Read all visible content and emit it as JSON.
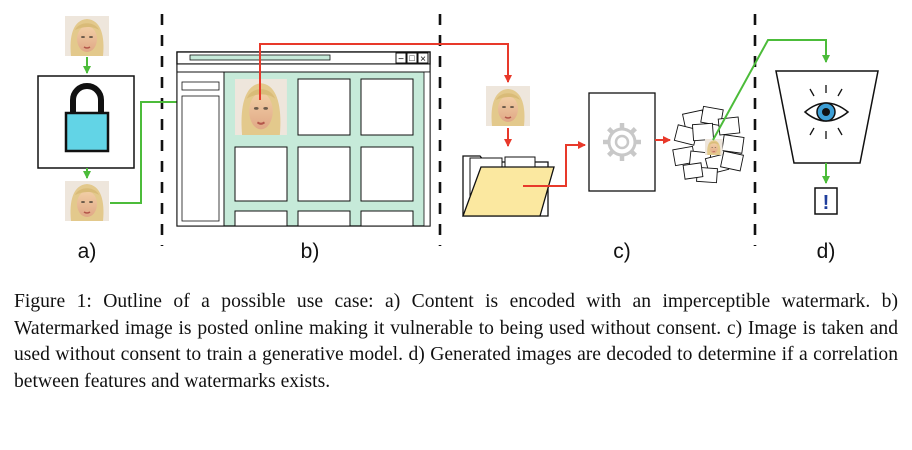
{
  "panels": {
    "a": "a)",
    "b": "b)",
    "c": "c)",
    "d": "d)"
  },
  "browser_controls": [
    "−",
    "□",
    "×"
  ],
  "alert_symbol": "!",
  "icons": [
    "face-thumbnail-icon",
    "padlock-icon",
    "browser-window-icon",
    "folder-icon",
    "gear-icon",
    "image-stack-icon",
    "eye-icon",
    "alert-icon"
  ],
  "colors": {
    "green_arrow": "#4cbc3a",
    "red_arrow": "#e8392a",
    "lock_body": "#62d4e6",
    "browser_fill": "#c6ead9",
    "folder_fill": "#fbe8a0",
    "alert_blue": "#1f3e9c"
  },
  "caption": "Figure 1: Outline of a possible use case: a) Content is encoded with an imperceptible watermark. b) Watermarked image is posted online making it vulnerable to being used without consent. c) Image is taken and used without consent to train a generative model. d) Generated images are decoded to determine if a correlation between features and watermarks exists."
}
